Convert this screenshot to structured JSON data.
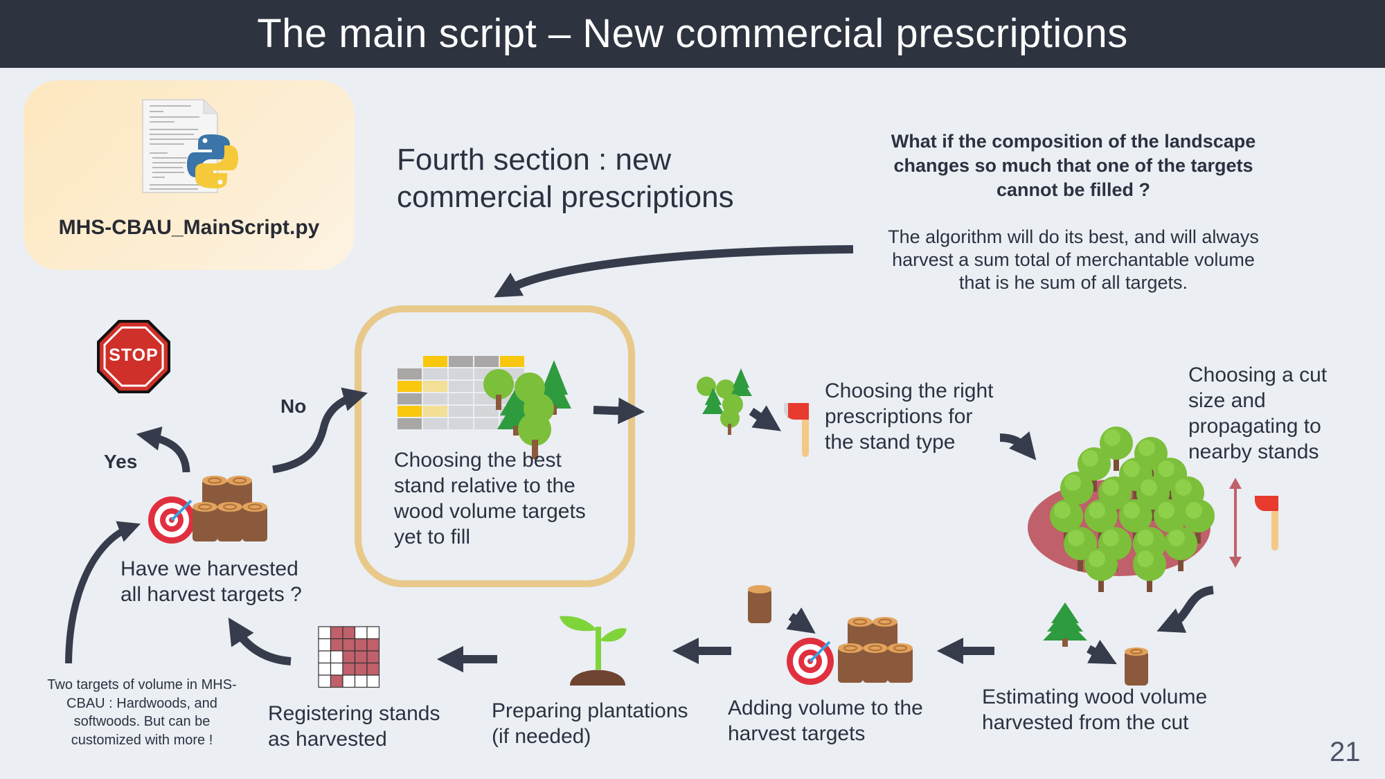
{
  "header": {
    "title": "The main script – New commercial prescriptions"
  },
  "file_card": {
    "file_name": "MHS-CBAU_MainScript.py",
    "icon": "python-file-icon"
  },
  "section_title": {
    "line1": "Fourth section : new",
    "line2": "commercial prescriptions"
  },
  "callout": {
    "question": [
      "What if the composition of the landscape",
      "changes so much that one of the targets",
      "cannot be filled ?"
    ],
    "answer": [
      "The algorithm will do its best, and will always",
      "harvest a sum total of merchantable volume",
      "that is he sum of all targets."
    ]
  },
  "steps": {
    "choose_stand": [
      "Choosing the best",
      "stand relative to the",
      "wood volume targets",
      "yet to fill"
    ],
    "choose_prescriptions": [
      "Choosing the right",
      "prescriptions for",
      "the stand type"
    ],
    "cut_size": [
      "Choosing a cut",
      "size and",
      "propagating to",
      "nearby stands"
    ],
    "estimate_volume": [
      "Estimating wood volume",
      "harvested from the cut"
    ],
    "add_volume": [
      "Adding volume to the",
      "harvest targets"
    ],
    "plantations": [
      "Preparing plantations",
      "(if needed)"
    ],
    "register": [
      "Registering stands",
      "as harvested"
    ],
    "check_targets": [
      "Have we harvested",
      "all harvest targets ?"
    ]
  },
  "decision": {
    "yes_label": "Yes",
    "no_label": "No",
    "stop_label": "STOP"
  },
  "note": [
    "Two targets of volume in MHS-",
    "CBAU : Hardwoods, and",
    "softwoods. But can be",
    "customized with more !"
  ],
  "page_number": "21",
  "colors": {
    "header_bg": "#2e3340",
    "background": "#ebeef3",
    "arrow": "#363c4b",
    "highlight_border": "#e8c98a",
    "stand_red": "#c0606a",
    "tree_green": "#7cbf3a",
    "pine_green": "#2e9b3e",
    "log_brown": "#8b5a3c",
    "stop_red": "#d0302a"
  },
  "registry_grid": {
    "rows": 5,
    "cols": 5,
    "harvested_cells": [
      [
        0,
        1
      ],
      [
        0,
        2
      ],
      [
        1,
        1
      ],
      [
        1,
        2
      ],
      [
        1,
        3
      ],
      [
        1,
        4
      ],
      [
        2,
        2
      ],
      [
        2,
        3
      ],
      [
        2,
        4
      ],
      [
        3,
        2
      ],
      [
        3,
        3
      ],
      [
        3,
        4
      ],
      [
        4,
        1
      ]
    ]
  },
  "stand_table": {
    "header_colors": [
      "#f9c80e",
      "#a9a6a6",
      "#a9a6a6",
      "#f9c80e"
    ],
    "row_colors": [
      "#a9a6a6",
      "#f9c80e",
      "#a9a6a6",
      "#f9c80e",
      "#a9a6a6"
    ]
  }
}
